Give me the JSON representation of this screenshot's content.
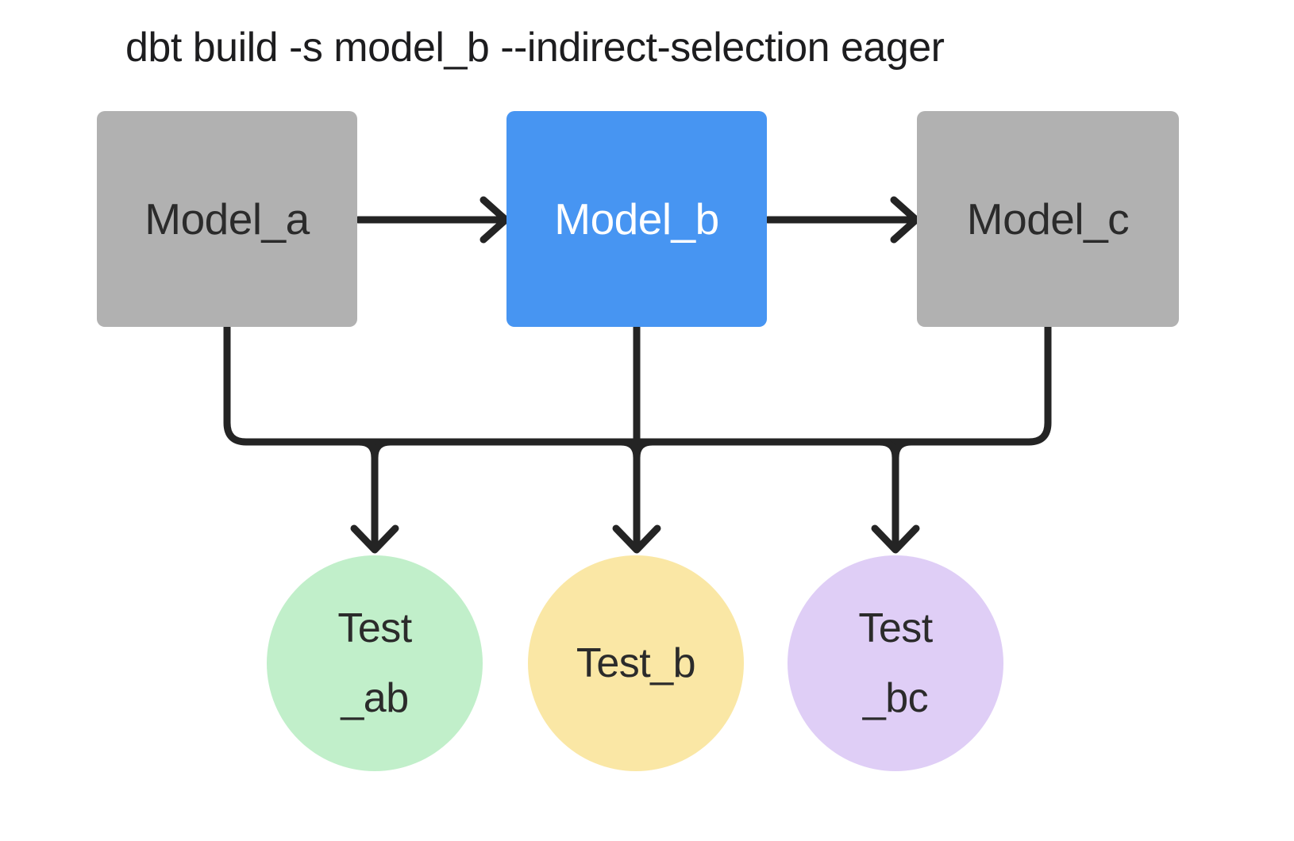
{
  "title": "dbt build -s model_b --indirect-selection eager",
  "diagram": {
    "background": "#ffffff",
    "edge_color": "#242424",
    "models": [
      {
        "id": "model_a",
        "label": "Model_a",
        "fill": "#b1b1b1",
        "text_color": "#2b2b2b",
        "selected": false
      },
      {
        "id": "model_b",
        "label": "Model_b",
        "fill": "#4795f2",
        "text_color": "#ffffff",
        "selected": true
      },
      {
        "id": "model_c",
        "label": "Model_c",
        "fill": "#b1b1b1",
        "text_color": "#2b2b2b",
        "selected": false
      }
    ],
    "tests": [
      {
        "id": "test_ab",
        "lines": [
          "Test",
          "_ab"
        ],
        "fill": "#c1efca"
      },
      {
        "id": "test_b",
        "lines": [
          "Test_b"
        ],
        "fill": "#fae7a5"
      },
      {
        "id": "test_bc",
        "lines": [
          "Test",
          "_bc"
        ],
        "fill": "#dfcef6"
      }
    ],
    "edges": [
      {
        "from": "model_a",
        "to": "model_b",
        "style": "arrow"
      },
      {
        "from": "model_b",
        "to": "model_c",
        "style": "arrow"
      },
      {
        "from": "model_a",
        "to": "shared-bus",
        "style": "line"
      },
      {
        "from": "model_b",
        "to": "shared-bus",
        "style": "line"
      },
      {
        "from": "model_c",
        "to": "shared-bus",
        "style": "line"
      },
      {
        "from": "shared-bus",
        "to": "test_ab",
        "style": "arrow"
      },
      {
        "from": "shared-bus",
        "to": "test_b",
        "style": "arrow"
      },
      {
        "from": "shared-bus",
        "to": "test_bc",
        "style": "arrow"
      }
    ]
  }
}
